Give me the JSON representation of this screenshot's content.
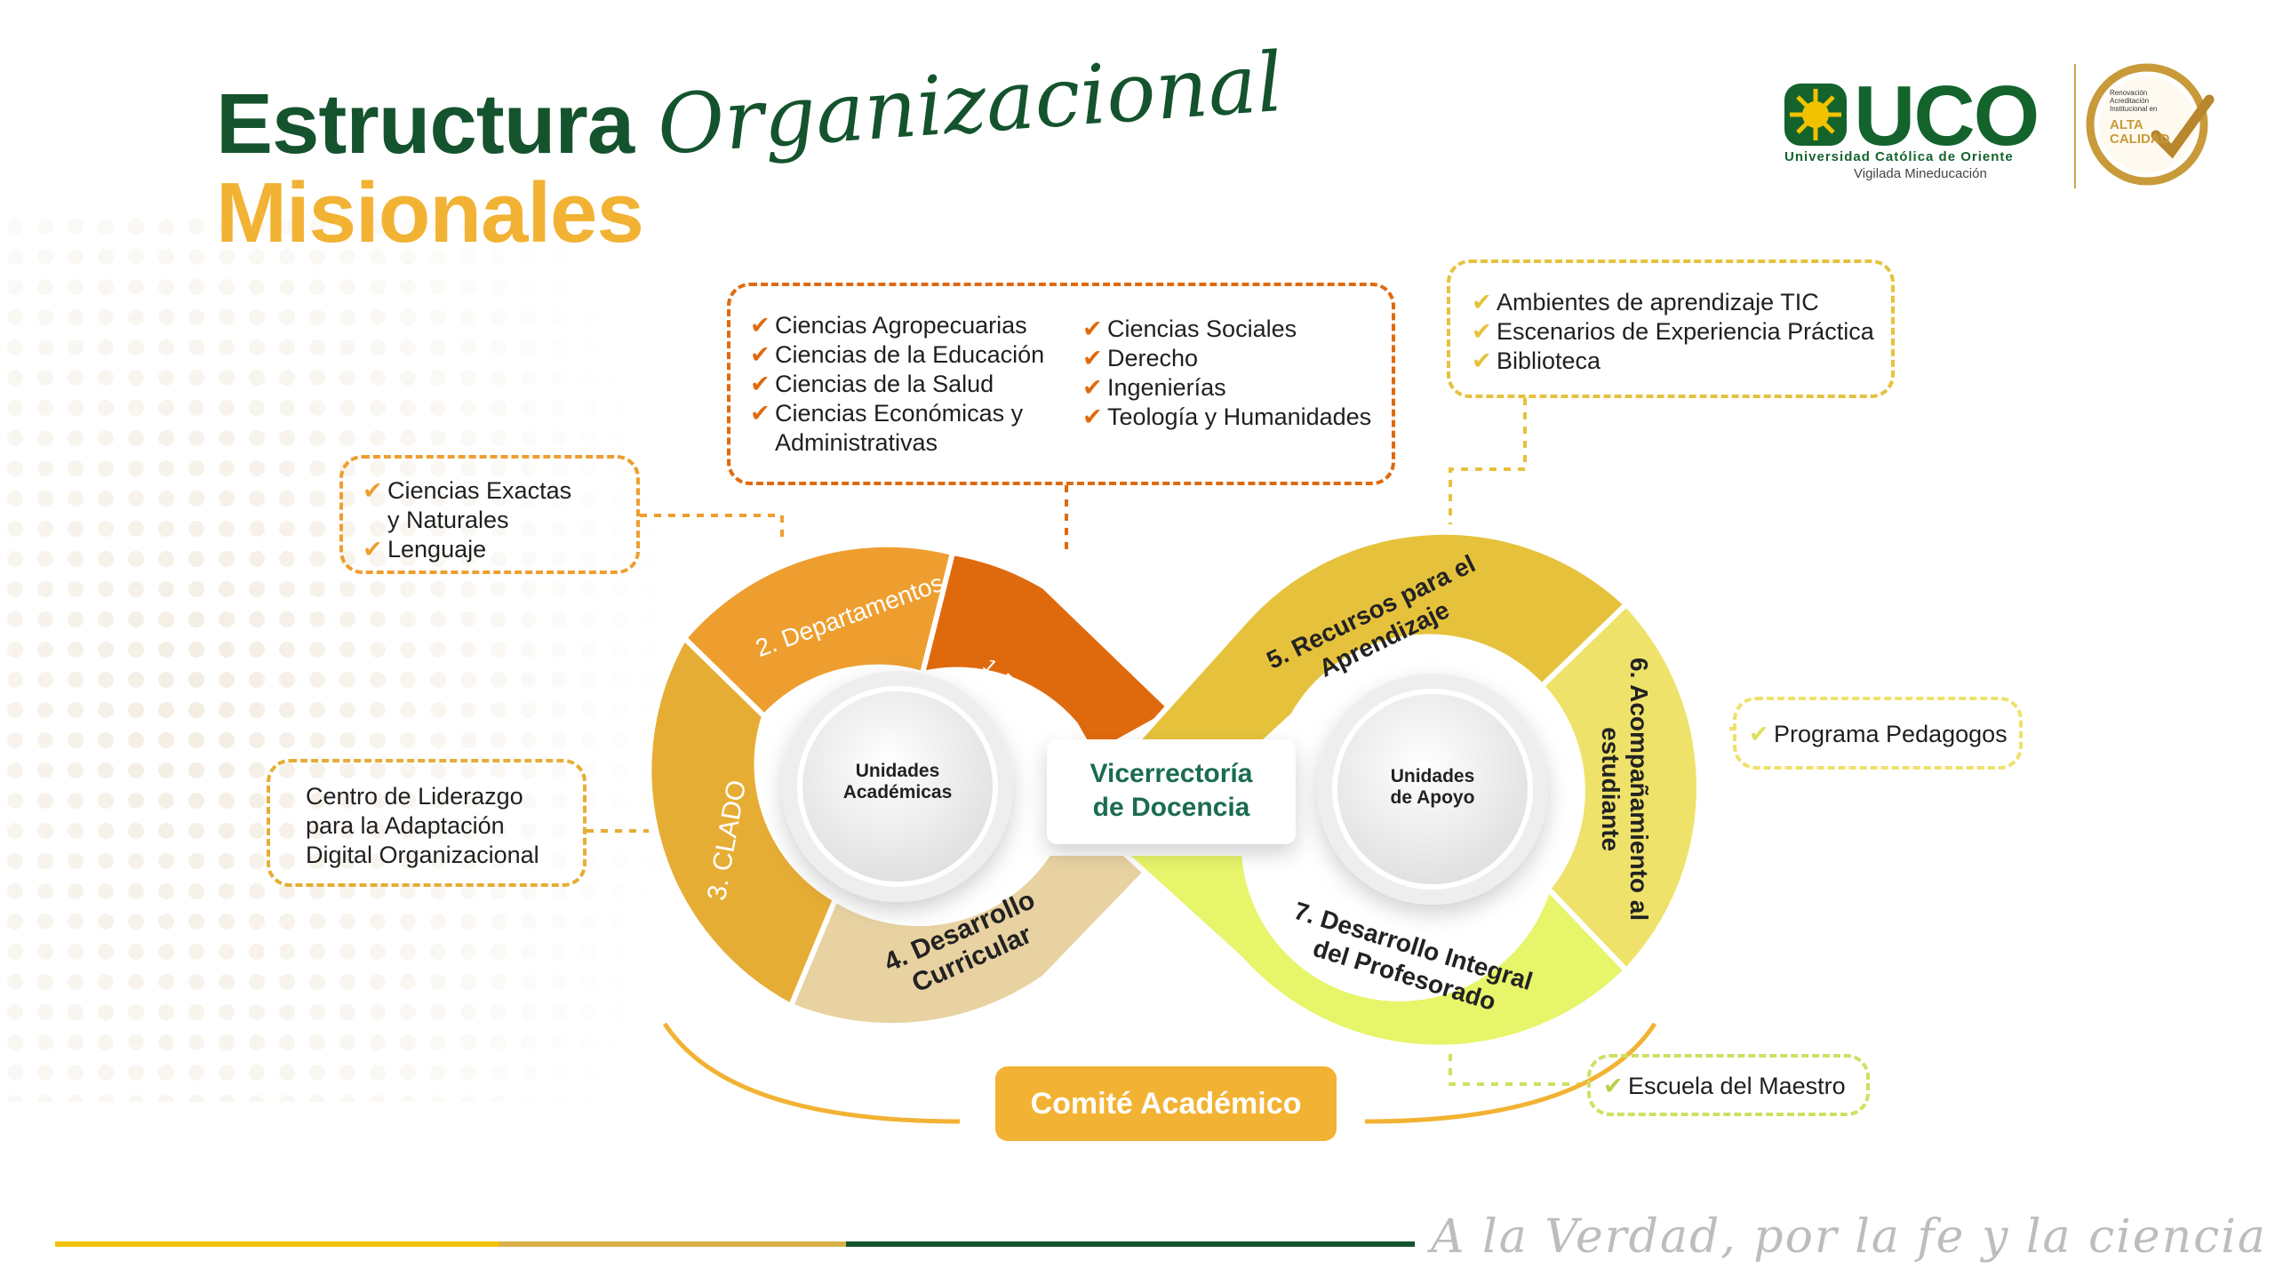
{
  "header": {
    "title_main": "Estructura",
    "title_script": "Organizacional",
    "title_sub": "Misionales"
  },
  "logo": {
    "name": "UCO",
    "university": "Universidad Católica de Oriente",
    "supervision": "Vigilada Mineducación",
    "seal_line1": "Renovación Acreditación Institucional en",
    "seal_line2": "ALTA",
    "seal_line3": "CALIDAD"
  },
  "colors": {
    "dark_green": "#14532d",
    "gold": "#f2b233",
    "orange": "#df6a0e",
    "light_orange": "#ee9e2f",
    "amber": "#e6ad35",
    "sand": "#e8d2a2",
    "mustard": "#e6c23c",
    "lemon": "#eee26a",
    "lime": "#e6f56a"
  },
  "center": {
    "line1": "Vicerrectoría",
    "line2": "de Docencia"
  },
  "hubs": {
    "left": {
      "line1": "Unidades",
      "line2": "Académicas"
    },
    "right": {
      "line1": "Unidades",
      "line2": "de Apoyo"
    }
  },
  "segments": {
    "s1": "1. Facultades",
    "s2": "2. Departamentos",
    "s3": "3. CLADO",
    "s4_l1": "4. Desarrollo",
    "s4_l2": "Curricular",
    "s5_l1": "5. Recursos para el",
    "s5_l2": "Aprendizaje",
    "s6_l1": "6. Acompañamiento al",
    "s6_l2": "estudiante",
    "s7_l1": "7. Desarrollo Integral",
    "s7_l2": "del Profesorado"
  },
  "facultades": {
    "col1": [
      "Ciencias Agropecuarias",
      "Ciencias de la Educación",
      "Ciencias de la Salud",
      "Ciencias Económicas y"
    ],
    "col1_cont": "Administrativas",
    "col2": [
      "Ciencias Sociales",
      "Derecho",
      "Ingenierías",
      "Teología y Humanidades"
    ]
  },
  "departamentos": {
    "item1_l1": "Ciencias Exactas",
    "item1_l2": "y Naturales",
    "item2": "Lenguaje"
  },
  "clado": [
    "Centro de Liderazgo",
    "para la Adaptación",
    "Digital Organizacional"
  ],
  "recursos": [
    "Ambientes de aprendizaje TIC",
    "Escenarios de Experiencia Práctica",
    "Biblioteca"
  ],
  "acompanamiento": [
    "Programa Pedagogos"
  ],
  "desarrollo_profesorado": [
    "Escuela del Maestro"
  ],
  "comite": "Comité Académico",
  "motto": "A la Verdad, por la fe y la ciencia"
}
